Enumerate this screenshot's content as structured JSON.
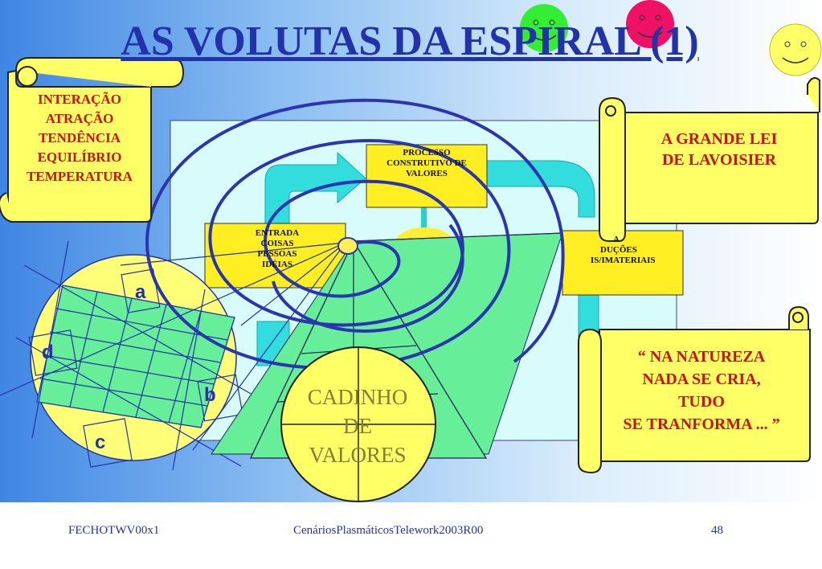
{
  "title": "AS VOLUTAS DA ESPIRAL (1)",
  "left_scroll": {
    "lines": [
      "INTERAÇÃO",
      "ATRAÇÃO",
      "TENDÊNCIA",
      "EQUILÍBRIO",
      "TEMPERATURA"
    ]
  },
  "right_scroll_top": {
    "lines": [
      "A GRANDE LEI",
      "DE LAVOISIER"
    ]
  },
  "right_scroll_bottom": {
    "lines": [
      "“ NA NATUREZA",
      "NADA SE CRIA,",
      "TUDO",
      "SE TRANFORMA ... ”"
    ]
  },
  "boxes": {
    "processo": [
      "PROCESSO",
      "CONSTRUTIVO DE",
      "VALORES"
    ],
    "entrada": [
      "ENTRADA",
      "COISAS",
      "PESSOAS",
      "IDÉIAS"
    ],
    "saida": [
      "A",
      "DUÇÕES",
      "IS/IMATERIAIS"
    ]
  },
  "cadinho": [
    "CADINHO",
    "DE",
    "VALORES"
  ],
  "grid_labels": {
    "a": "a",
    "b": "b",
    "c": "c",
    "d": "d"
  },
  "footer": {
    "left": "FECHOTWV00x1",
    "center": "CenáriosPlasmáticosTelework2003R00",
    "page": "48"
  },
  "colors": {
    "title": "#2233aa",
    "scroll_fill": "#ffff66",
    "scroll_text": "#cc1100",
    "green_fill": "#66ee99",
    "cyan_fill": "#33dddd",
    "spiral": "#2233aa"
  },
  "smileys": [
    "green-smiley",
    "red-smiley",
    "yellow-smiley"
  ]
}
